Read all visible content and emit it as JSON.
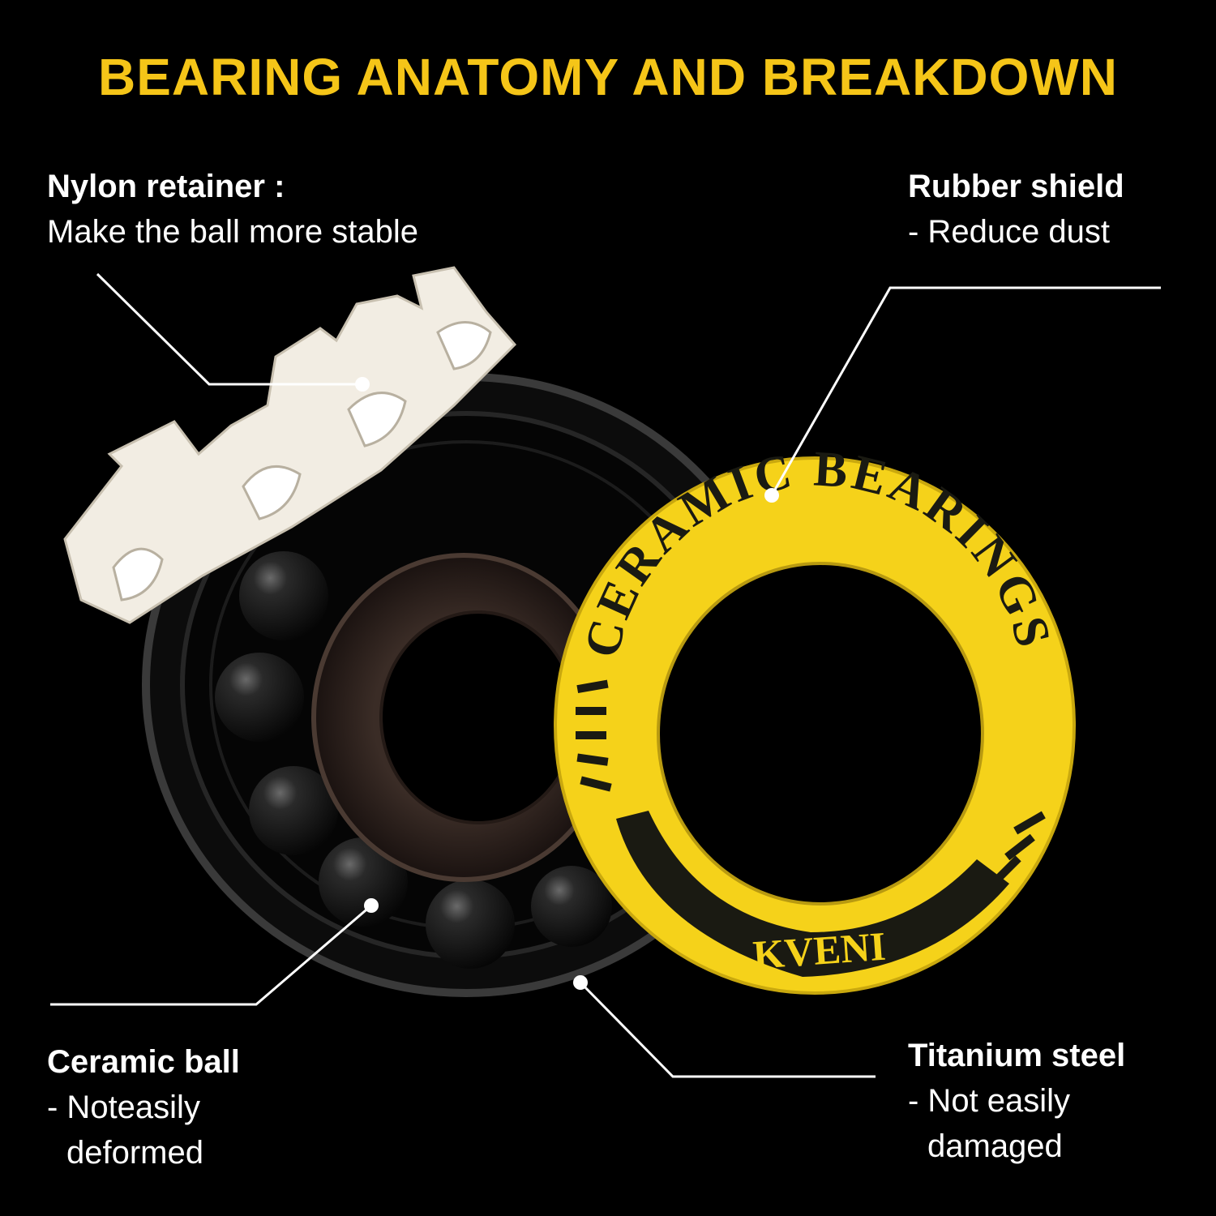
{
  "title": "BEARING ANATOMY AND BREAKDOWN",
  "colors": {
    "background": "#000000",
    "title": "#f5c518",
    "shield_yellow": "#f5d21a",
    "retainer": "#f2ede3",
    "text": "#ffffff"
  },
  "callouts": {
    "nylon_retainer": {
      "heading": "Nylon retainer :",
      "lines": [
        "Make the ball more stable"
      ]
    },
    "rubber_shield": {
      "heading": "Rubber shield",
      "lines": [
        "- Reduce dust"
      ]
    },
    "ceramic_ball": {
      "heading": "Ceramic ball",
      "lines": [
        "- Noteasily",
        "deformed"
      ]
    },
    "titanium_steel": {
      "heading": "Titanium steel",
      "lines": [
        "- Not easily",
        "damaged"
      ]
    }
  },
  "shield": {
    "arc_text": "CERAMIC BEARINGS",
    "brand": "KVENI"
  }
}
